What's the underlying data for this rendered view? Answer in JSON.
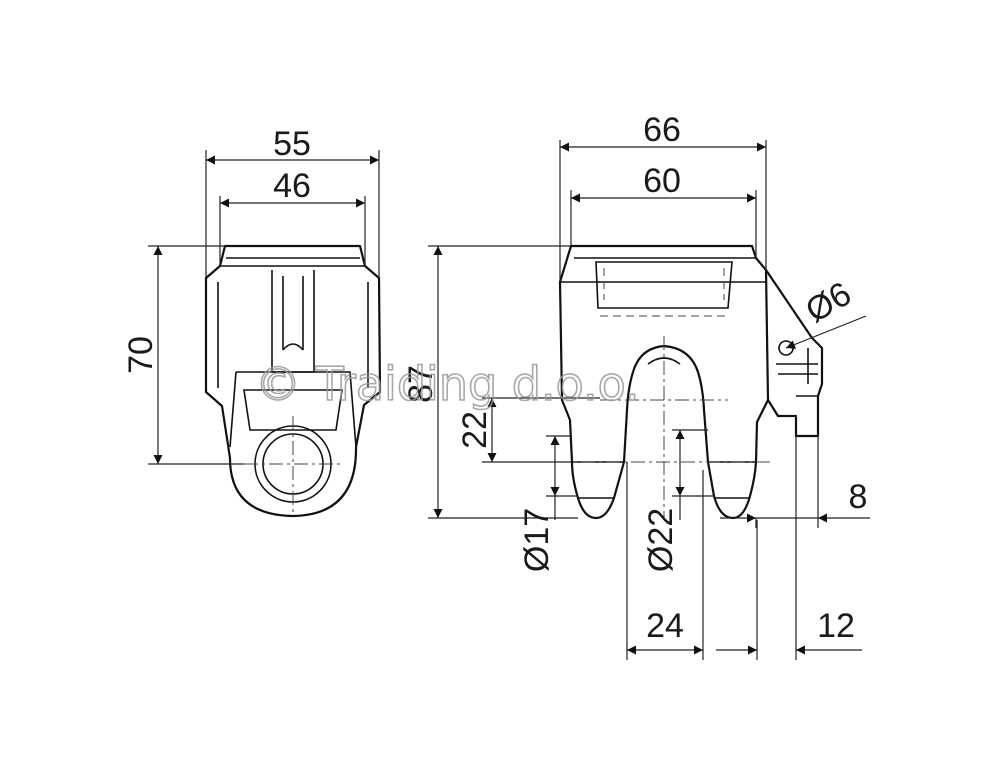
{
  "watermark": "© Traiding d.o.o.",
  "front_view": {
    "dims": {
      "overall_width": "55",
      "inner_width": "46",
      "height": "70"
    }
  },
  "side_view": {
    "dims": {
      "overall_width": "66",
      "inner_width": "60",
      "height": "87",
      "slot_height": "22",
      "pin_diameter": "Ø17",
      "slot_diameter": "Ø22",
      "hole_diameter": "Ø6",
      "slot_width": "24",
      "flange_thickness": "8",
      "flange_width": "12"
    }
  }
}
